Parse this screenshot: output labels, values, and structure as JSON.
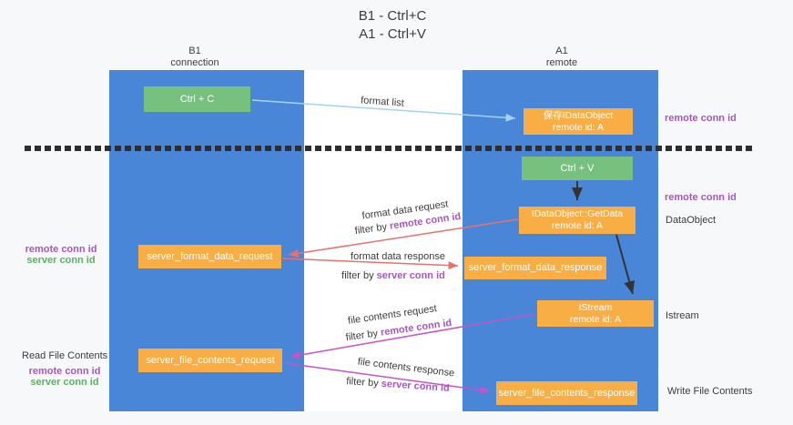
{
  "title": {
    "line1": "B1 - Ctrl+C",
    "line2": "A1 - Ctrl+V"
  },
  "columns": {
    "left": {
      "name": "B1",
      "subtitle": "connection"
    },
    "right": {
      "name": "A1",
      "subtitle": "remote"
    }
  },
  "nodes": {
    "ctrl_c": "Ctrl + C",
    "ctrl_v": "Ctrl + V",
    "save_idataobject": {
      "line1": "保存IDataObject",
      "line2": "remote id: A"
    },
    "getdata": {
      "line1": "IDataObject::GetData",
      "line2": "remote id: A"
    },
    "istream": {
      "line1": "IStream",
      "line2": "remote id: A"
    },
    "server_format_data_request": "server_format_data_request",
    "server_format_data_response": "server_format_data_response",
    "server_file_contents_request": "server_file_contents_request",
    "server_file_contents_response": "server_file_contents_response"
  },
  "flow_labels": {
    "format_list": "format list",
    "format_data_request": "format data request",
    "format_data_response": "format data response",
    "file_contents_request": "file contents request",
    "file_contents_response": "file contents response",
    "filter_by": "filter by ",
    "remote_conn_id": "remote conn id",
    "server_conn_id": "server conn id"
  },
  "side_labels": {
    "right_remote_conn_id_1": "remote conn id",
    "right_remote_conn_id_2": "remote conn id",
    "dataobject": "DataObject",
    "istream": "Istream",
    "write_file_contents": "Write File Contents",
    "left_remote_conn_id_1": "remote conn id",
    "left_server_conn_id_1": "server conn id",
    "read_file_contents": "Read File Contents",
    "left_remote_conn_id_2": "remote conn id",
    "left_server_conn_id_2": "server conn id"
  },
  "colors": {
    "column_blue": "#4a86d8",
    "node_orange": "#f9ae45",
    "node_green": "#76c17d",
    "arrow_red": "#e8716d",
    "arrow_magenta": "#c554c5",
    "arrow_light_blue": "#a4d2f0",
    "arrow_black": "#333333",
    "text_purple": "#a855c0",
    "text_green": "#57b45f"
  }
}
